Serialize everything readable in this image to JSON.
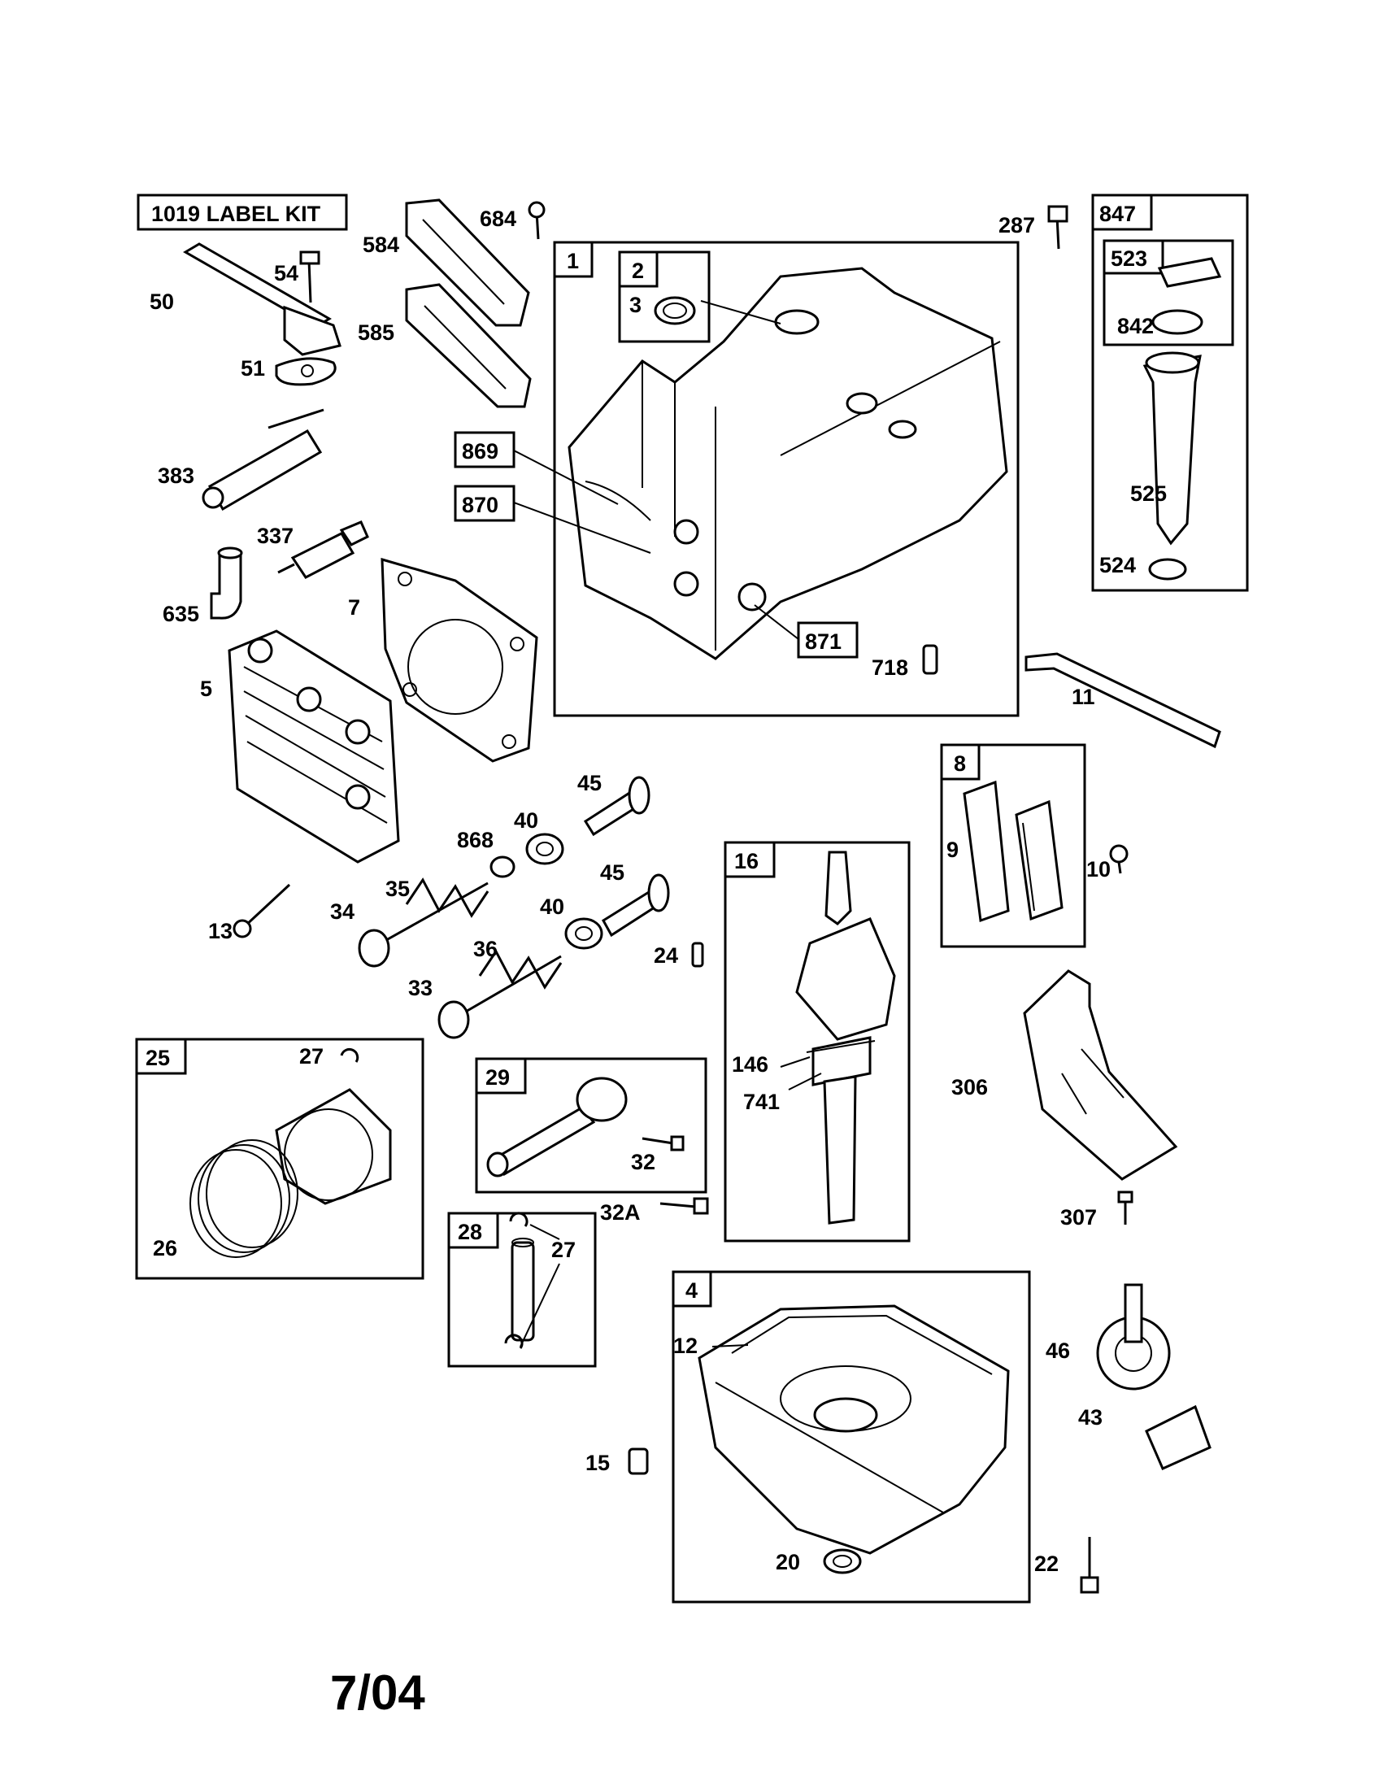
{
  "kit_label": "1019 LABEL KIT",
  "footer_date": "7/04",
  "group_labels": {
    "g1": "1",
    "g2": "2",
    "g4": "4",
    "g8": "8",
    "g16": "16",
    "g25": "25",
    "g28": "28",
    "g29": "29",
    "g847": "847",
    "g523": "523",
    "g869": "869",
    "g870": "870",
    "g871": "871"
  },
  "part_labels": {
    "p3": "3",
    "p5": "5",
    "p7": "7",
    "p9": "9",
    "p10": "10",
    "p11": "11",
    "p12": "12",
    "p13": "13",
    "p15": "15",
    "p20": "20",
    "p22": "22",
    "p24": "24",
    "p26": "26",
    "p27a": "27",
    "p27b": "27",
    "p32": "32",
    "p32a": "32A",
    "p33": "33",
    "p34": "34",
    "p35": "35",
    "p36": "36",
    "p40a": "40",
    "p40b": "40",
    "p43": "43",
    "p45a": "45",
    "p45b": "45",
    "p46": "46",
    "p50": "50",
    "p51": "51",
    "p54": "54",
    "p146": "146",
    "p287": "287",
    "p306": "306",
    "p307": "307",
    "p337": "337",
    "p383": "383",
    "p524": "524",
    "p525": "525",
    "p584": "584",
    "p585": "585",
    "p635": "635",
    "p684": "684",
    "p718": "718",
    "p741": "741",
    "p842": "842",
    "p868": "868"
  }
}
